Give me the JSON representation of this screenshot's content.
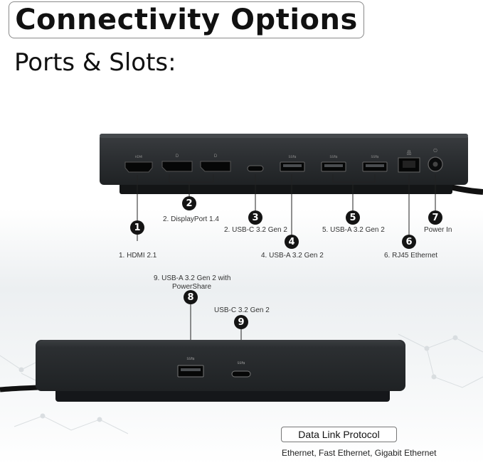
{
  "header": {
    "title": "Connectivity Options",
    "subtitle": "Ports & Slots:"
  },
  "rear_ports": [
    {
      "number": "1",
      "label": "1. HDMI 2.1"
    },
    {
      "number": "2",
      "label": "2. DisplayPort 1.4"
    },
    {
      "number": "3",
      "label": "2. USB-C 3.2 Gen 2"
    },
    {
      "number": "4",
      "label": "4. USB-A 3.2 Gen 2"
    },
    {
      "number": "5",
      "label": "5. USB-A 3.2 Gen 2"
    },
    {
      "number": "6",
      "label": "6. RJ45 Ethernet"
    },
    {
      "number": "7",
      "label": "Power In"
    }
  ],
  "front_ports": [
    {
      "number": "8",
      "label_line1": "9. USB-A 3.2 Gen 2 with",
      "label_line2": "PowerShare"
    },
    {
      "number": "9",
      "label": "USB-C 3.2 Gen 2"
    }
  ],
  "protocol": {
    "heading": "Data Link Protocol",
    "list": "Ethernet, Fast Ethernet, Gigabit Ethernet"
  },
  "colors": {
    "dock_body": "#2a2d30",
    "dock_dark": "#17191b",
    "badge": "#141414"
  }
}
